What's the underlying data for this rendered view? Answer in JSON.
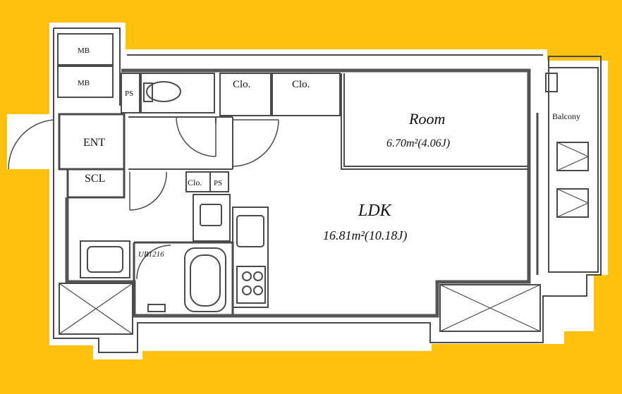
{
  "colors": {
    "background": "#FFC20E",
    "paper": "#FFFFFF",
    "wall": "#5a5a5a",
    "line": "#444444"
  },
  "labels": {
    "mb_top": "MB",
    "mb_bottom": "MB",
    "ps_left": "PS",
    "ps_center": "PS",
    "clo_1": "Clo.",
    "clo_2": "Clo.",
    "clo_3": "Clo.",
    "ent": "ENT",
    "scl": "SCL",
    "ub": "UB1216",
    "room_name": "Room",
    "room_area": "6.70m²(4.06J)",
    "ldk_name": "LDK",
    "ldk_area": "16.81m²(10.18J)",
    "balcony": "Balcony"
  }
}
